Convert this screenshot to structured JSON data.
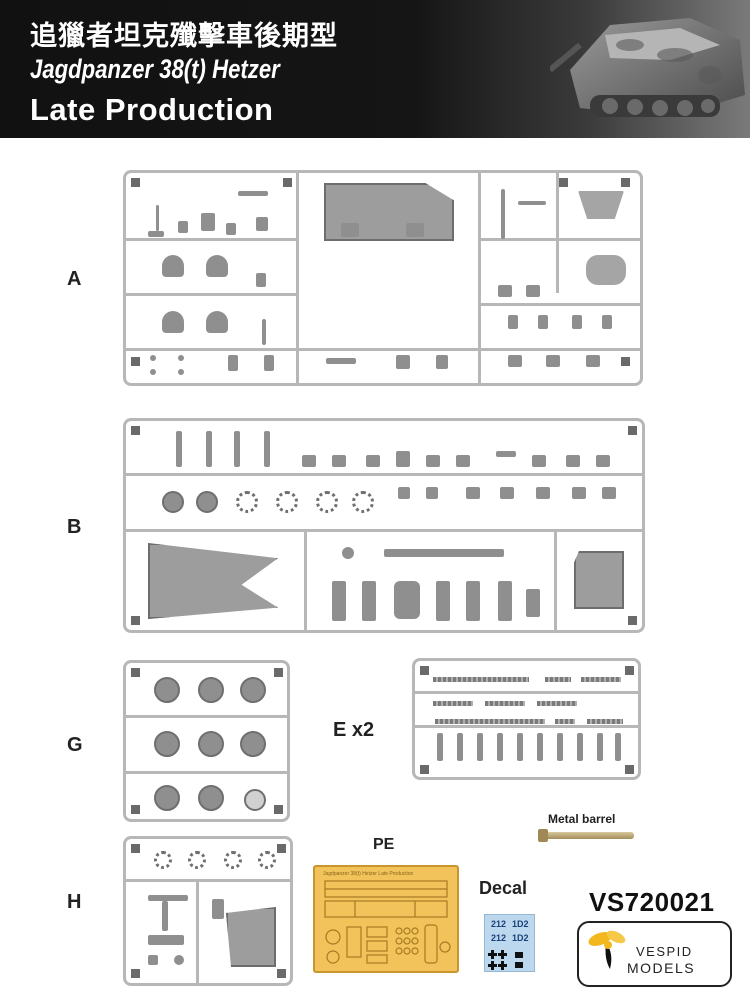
{
  "header": {
    "title_cn": "追獵者坦克殲擊車後期型",
    "title_en": "Jagdpanzer 38(t) Hetzer",
    "title_sub": "Late Production"
  },
  "sprues": {
    "a_label": "A",
    "b_label": "B",
    "g_label": "G",
    "e_label": "E x2",
    "h_label": "H"
  },
  "extras": {
    "metal_barrel_label": "Metal barrel",
    "pe_label": "PE",
    "pe_sheet_title": "Jagdpanzer 38(t) Hetzer Late Production",
    "decal_label": "Decal",
    "decal_numbers": [
      "212",
      "1D2",
      "212",
      "1D2"
    ]
  },
  "product": {
    "code": "VS720021",
    "brand_line1": "VESPID",
    "brand_line2": "MODELS"
  },
  "colors": {
    "sprue": "#b7b7b7",
    "part": "#8f8f8f",
    "pe_brass": "#f2c35a",
    "decal_bg": "#bcd8ee",
    "logo_yellow": "#f2b81d"
  }
}
